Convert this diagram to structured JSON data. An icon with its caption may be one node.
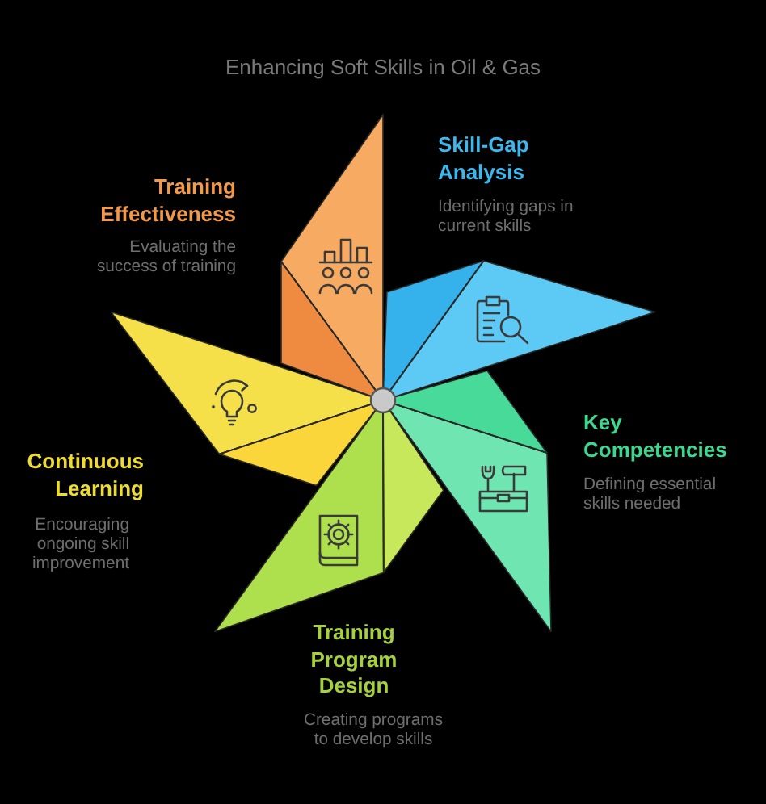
{
  "diagram": {
    "title": "Enhancing Soft Skills in Oil & Gas",
    "nodes": [
      {
        "text": [
          "Skill-Gap Analysis",
          "Identifying gaps in current skills"
        ]
      },
      {
        "text": [
          "Key Competencies",
          "Defining essential skills needed"
        ]
      },
      {
        "text": [
          "Training Program Design",
          "Creating programs to develop skills"
        ]
      },
      {
        "text": [
          "Continuous Learning",
          "Encouraging ongoing skill improvement"
        ]
      },
      {
        "text": [
          "Training Effectiveness",
          "Evaluating the success of training"
        ]
      }
    ]
  }
}
